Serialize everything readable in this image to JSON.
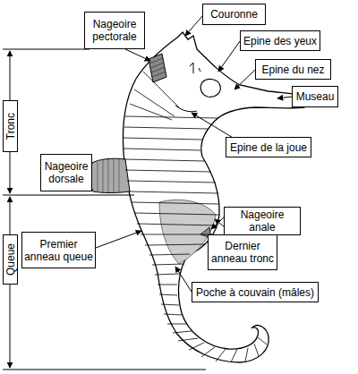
{
  "diagram": {
    "nodes": [
      {
        "text": [
          "Couronne"
        ]
      },
      {
        "text": [
          "Nageoire pectorale"
        ]
      },
      {
        "text": [
          "Epine des yeux"
        ]
      },
      {
        "text": [
          "Epine du nez"
        ]
      },
      {
        "text": [
          "Museau"
        ]
      },
      {
        "text": [
          "Tronc"
        ]
      },
      {
        "text": [
          "Epine de la joue"
        ]
      },
      {
        "text": [
          "Nageoire dorsale"
        ]
      },
      {
        "text": [
          "Nageoire anale"
        ]
      },
      {
        "text": [
          "Queue"
        ]
      },
      {
        "text": [
          "Premier anneau queue"
        ]
      },
      {
        "text": [
          "Dernier anneau tronc"
        ]
      },
      {
        "text": [
          "Poche à couvain (mâles)"
        ]
      }
    ]
  }
}
